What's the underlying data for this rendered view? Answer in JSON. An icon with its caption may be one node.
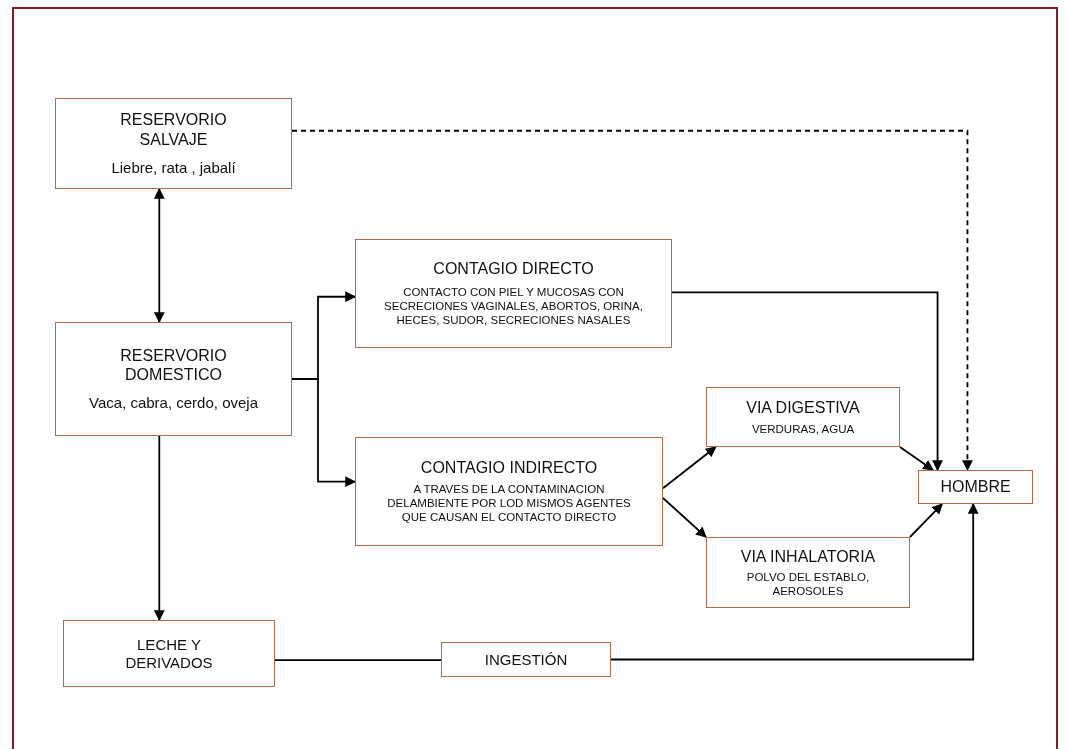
{
  "diagram": {
    "nodes": [
      {
        "text": [
          "RESERVORIO SALVAJE",
          "Liebre, rata , jabalí"
        ]
      },
      {
        "text": [
          "RESERVORIO DOMESTICO",
          "Vaca, cabra, cerdo, oveja"
        ]
      },
      {
        "text": [
          "CONTAGIO DIRECTO",
          "CONTACTO CON PIEL Y MUCOSAS CON SECRECIONES VAGINALES, ABORTOS, ORINA, HECES, SUDOR, SECRECIONES NASALES"
        ]
      },
      {
        "text": [
          "CONTAGIO INDIRECTO",
          "A TRAVES DE LA CONTAMINACION DELAMBIENTE POR LOD MISMOS AGENTES QUE CAUSAN EL CONTACTO DIRECTO"
        ]
      },
      {
        "text": [
          "VIA DIGESTIVA",
          "VERDURAS, AGUA"
        ]
      },
      {
        "text": [
          "VIA INHALATORIA",
          "POLVO DEL ESTABLO, AEROSOLES"
        ]
      },
      {
        "text": [
          "HOMBRE"
        ]
      },
      {
        "text": [
          "LECHE Y DERIVADOS"
        ]
      },
      {
        "text": [
          "INGESTIÓN"
        ]
      }
    ],
    "edges": [
      {
        "from": 0,
        "to": 1,
        "arrow": "both"
      },
      {
        "from": 1,
        "to": 2,
        "arrow": "to"
      },
      {
        "from": 1,
        "to": 3,
        "arrow": "to"
      },
      {
        "from": 0,
        "to": 6,
        "arrow": "to",
        "style": "dashed"
      },
      {
        "from": 2,
        "to": 6,
        "arrow": "to"
      },
      {
        "from": 3,
        "to": 4,
        "arrow": "to"
      },
      {
        "from": 3,
        "to": 5,
        "arrow": "to"
      },
      {
        "from": 4,
        "to": 6,
        "arrow": "to"
      },
      {
        "from": 5,
        "to": 6,
        "arrow": "to"
      },
      {
        "from": 1,
        "to": 7,
        "arrow": "to"
      },
      {
        "from": 7,
        "to": 8,
        "arrow": "none"
      },
      {
        "from": 8,
        "to": 6,
        "arrow": "to"
      }
    ]
  }
}
